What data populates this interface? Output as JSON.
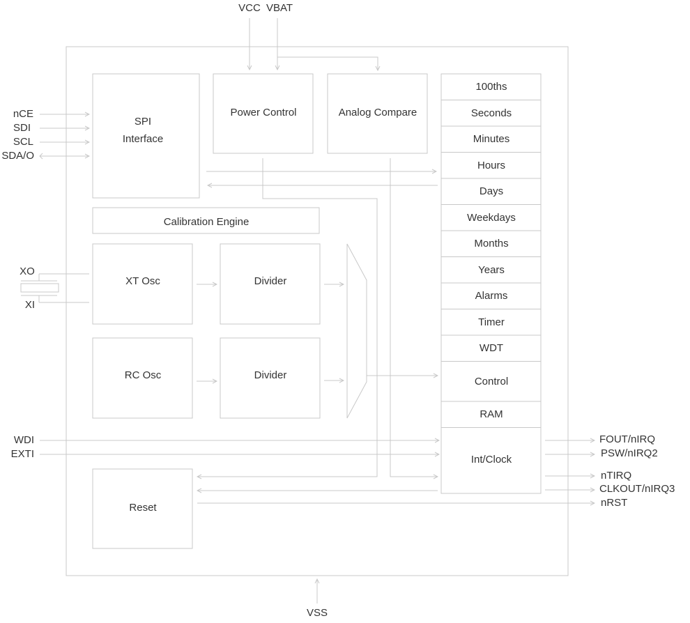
{
  "blocks": {
    "spi_line1": "SPI",
    "spi_line2": "Interface",
    "power_control": "Power Control",
    "analog_compare": "Analog Compare",
    "calibration_engine": "Calibration Engine",
    "xt_osc": "XT Osc",
    "divider_xt": "Divider",
    "rc_osc": "RC Osc",
    "divider_rc": "Divider",
    "reset": "Reset"
  },
  "registers": [
    "100ths",
    "Seconds",
    "Minutes",
    "Hours",
    "Days",
    "Weekdays",
    "Months",
    "Years",
    "Alarms",
    "Timer",
    "WDT",
    "Control",
    "RAM",
    "Int/Clock"
  ],
  "pins": {
    "vcc": "VCC",
    "vbat": "VBAT",
    "vss": "VSS",
    "nce": "nCE",
    "sdi": "SDI",
    "scl": "SCL",
    "sdao": "SDA/O",
    "xo": "XO",
    "xi": "XI",
    "wdi": "WDI",
    "exti": "EXTI",
    "fout": "FOUT/nIRQ",
    "psw": "PSW/nIRQ2",
    "ntirq": "nTIRQ",
    "clkout": "CLKOUT/nIRQ3",
    "nrst": "nRST"
  },
  "colors": {
    "line": "#c8c8c8",
    "text": "#333333",
    "background": "#ffffff"
  }
}
